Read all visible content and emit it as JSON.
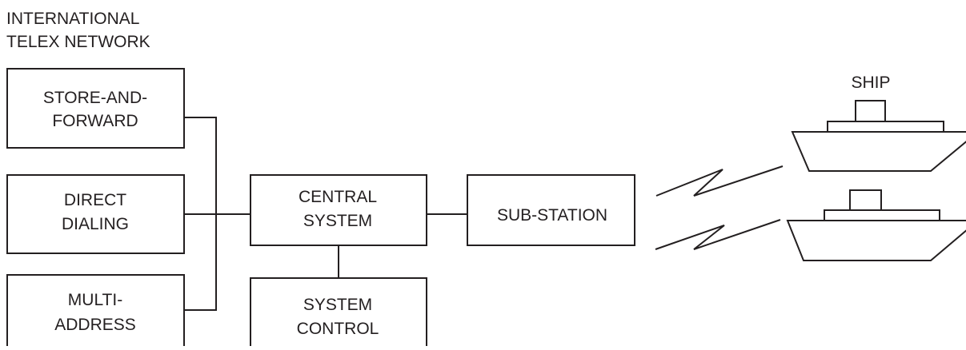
{
  "diagram": {
    "network_label": {
      "line1": "INTERNATIONAL",
      "line2": "TELEX NETWORK"
    },
    "boxes": {
      "store_and_forward": {
        "line1": "STORE-AND-",
        "line2": "FORWARD"
      },
      "direct_dialing": {
        "line1": "DIRECT",
        "line2": "DIALING"
      },
      "multi_address": {
        "line1": "MULTI-",
        "line2": "ADDRESS"
      },
      "central_system": {
        "line1": "CENTRAL",
        "line2": "SYSTEM"
      },
      "system_control": {
        "line1": "SYSTEM",
        "line2": "CONTROL"
      },
      "sub_station": {
        "line1": "SUB-STATION"
      }
    },
    "ship_label": "SHIP",
    "colors": {
      "stroke": "#231f20",
      "background": "#ffffff"
    }
  }
}
